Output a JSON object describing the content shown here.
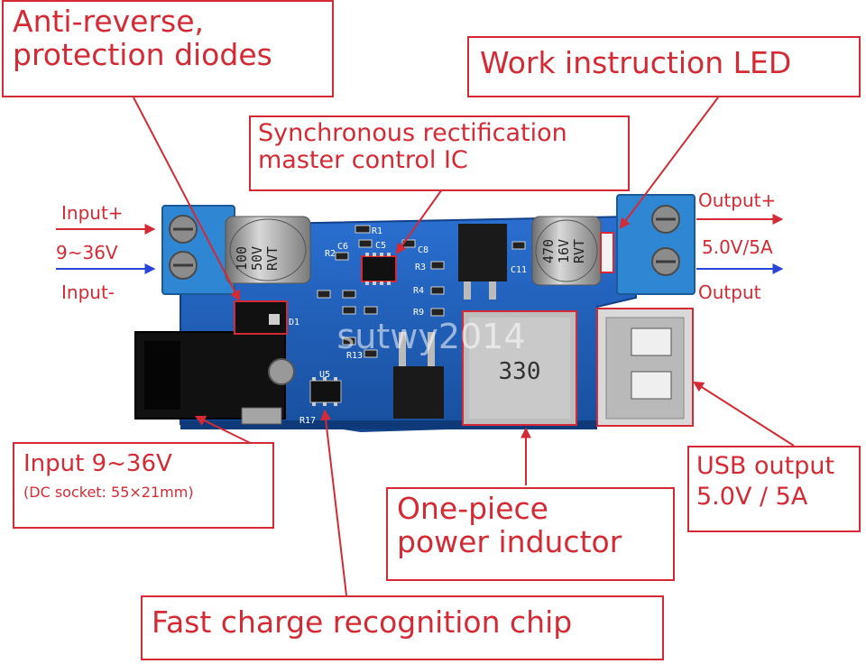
{
  "callouts": {
    "anti_reverse": {
      "line1": "Anti-reverse,",
      "line2": "protection diodes"
    },
    "work_led": {
      "text": "Work instruction LED"
    },
    "sync_ic": {
      "line1": "Synchronous rectification",
      "line2": "master control IC"
    },
    "input_dc": {
      "line1": "Input 9~36V",
      "line2": "(DC socket: 55×21mm)"
    },
    "usb_output": {
      "line1": "USB output",
      "line2": "5.0V / 5A"
    },
    "inductor": {
      "line1": "One-piece",
      "line2": "power inductor"
    },
    "fast_charge": {
      "text": "Fast charge recognition chip"
    }
  },
  "side_labels": {
    "input_plus": "Input+",
    "input_voltage": "9~36V",
    "input_minus": "Input-",
    "output_plus": "Output+",
    "output_voltage": "5.0V/5A",
    "output_minus": "Output"
  },
  "board": {
    "cap_left": [
      "100",
      "50V",
      "RVT"
    ],
    "cap_right": [
      "470",
      "16V",
      "RVT"
    ],
    "inductor_marking": "330",
    "watermark": "sutwy2014",
    "silkscreen": [
      "R1",
      "C5",
      "C8",
      "R2",
      "C6",
      "R3",
      "R4",
      "R9",
      "C11",
      "D1",
      "R13",
      "U5",
      "R17"
    ]
  },
  "colors": {
    "callout_red": "#d42a35",
    "pcb_blue": "#1f5fc0",
    "terminal_blue": "#2f86d3",
    "arrow_blue": "#2945d8"
  }
}
